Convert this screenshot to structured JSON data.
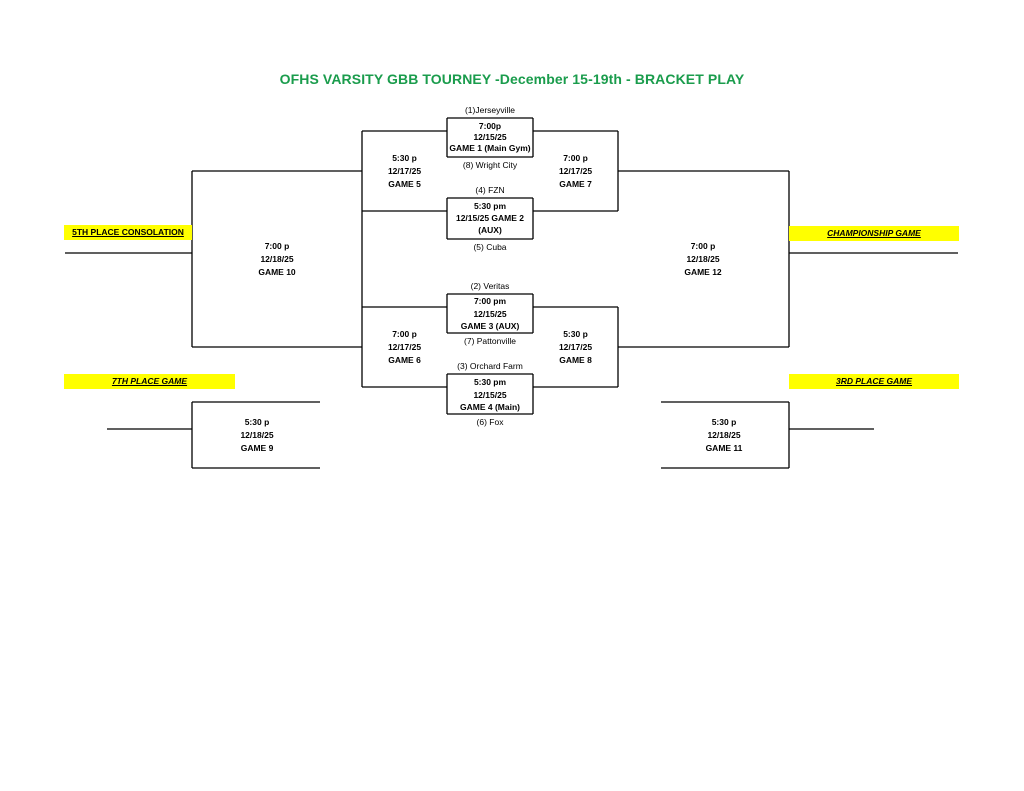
{
  "title": "OFHS VARSITY GBB TOURNEY -December 15-19th - BRACKET PLAY",
  "labels": {
    "fifth_place": "5TH PLACE CONSOLATION",
    "championship": "CHAMPIONSHIP GAME",
    "seventh_place": "7TH PLACE GAME",
    "third_place": "3RD PLACE GAME"
  },
  "teams": {
    "t1": "(1)Jerseyville",
    "t8": "(8) Wright City",
    "t4": "(4) FZN",
    "t5": "(5) Cuba",
    "t2": "(2) Veritas",
    "t7": "(7) Pattonville",
    "t3": "(3) Orchard Farm",
    "t6": "(6) Fox"
  },
  "games": {
    "g1": {
      "time": "7:00p",
      "date": "12/15/25",
      "name": "GAME 1 (Main Gym)"
    },
    "g2": {
      "time": "5:30 pm",
      "date_name": "12/15/25 GAME 2",
      "loc": "(AUX)"
    },
    "g3": {
      "time": "7:00 pm",
      "date": "12/15/25",
      "name": "GAME 3 (AUX)"
    },
    "g4": {
      "time": "5:30 pm",
      "date": "12/15/25",
      "name": "GAME 4 (Main)"
    },
    "g5": {
      "time": "5:30 p",
      "date": "12/17/25",
      "name": "GAME 5"
    },
    "g6": {
      "time": "7:00 p",
      "date": "12/17/25",
      "name": "GAME 6"
    },
    "g7": {
      "time": "7:00 p",
      "date": "12/17/25",
      "name": "GAME 7"
    },
    "g8": {
      "time": "5:30 p",
      "date": "12/17/25",
      "name": "GAME 8"
    },
    "g9": {
      "time": "5:30 p",
      "date": "12/18/25",
      "name": "GAME 9"
    },
    "g10": {
      "time": "7:00 p",
      "date": "12/18/25",
      "name": "GAME 10"
    },
    "g11": {
      "time": "5:30 p",
      "date": "12/18/25",
      "name": "GAME 11"
    },
    "g12": {
      "time": "7:00 p",
      "date": "12/18/25",
      "name": "GAME 12"
    }
  }
}
